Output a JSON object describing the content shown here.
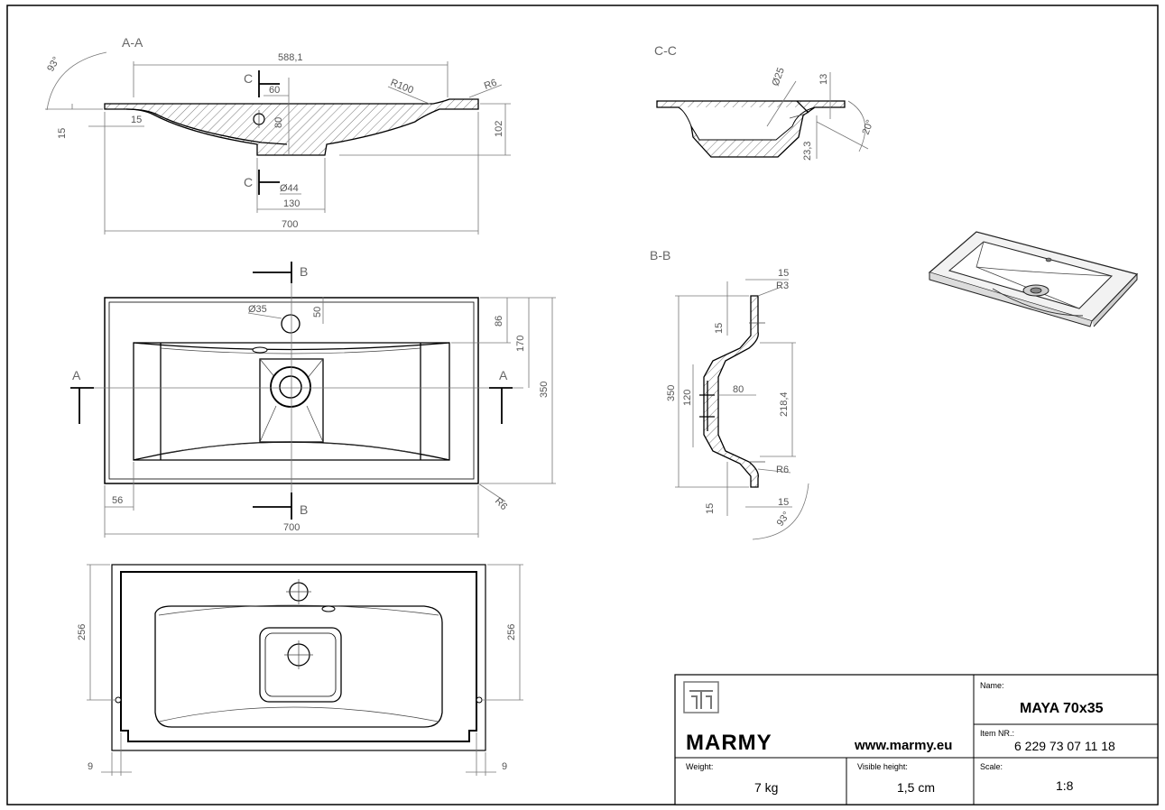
{
  "sections": {
    "aa": "A-A",
    "bb": "B-B",
    "cc": "C-C",
    "a": "A",
    "b": "B",
    "c": "C"
  },
  "dims_aa": {
    "angle": "93°",
    "width_top": "588,1",
    "w60": "60",
    "r100": "R100",
    "r6": "R6",
    "d15v": "15",
    "d15h": "15",
    "h80": "80",
    "h102": "102",
    "dia44": "Ø44",
    "w130": "130",
    "w700": "700"
  },
  "dims_cc": {
    "dia25": "Ø25",
    "d13": "13",
    "d23": "23,3",
    "angle": "20°"
  },
  "dims_top": {
    "dia35": "Ø35",
    "d50": "50",
    "d86": "86",
    "d170": "170",
    "d350": "350",
    "d56": "56",
    "w700": "700",
    "r6": "R6"
  },
  "dims_bb": {
    "d15a": "15",
    "r3": "R3",
    "d15b": "15",
    "d350": "350",
    "d120": "120",
    "d80": "80",
    "d218": "218,4",
    "r6": "R6",
    "d15c": "15",
    "d15d": "15",
    "angle": "93°"
  },
  "dims_bottom": {
    "d256l": "256",
    "d256r": "256",
    "d9l": "9",
    "d9r": "9"
  },
  "titleblock": {
    "brand": "MARMY",
    "website": "www.marmy.eu",
    "name_label": "Name:",
    "name_value": "MAYA 70x35",
    "item_label": "Item NR.:",
    "item_value": "6 229 73 07 11 18",
    "weight_label": "Weight:",
    "weight_value": "7 kg",
    "visible_label": "Visible height:",
    "visible_value": "1,5 cm",
    "scale_label": "Scale:",
    "scale_value": "1:8"
  }
}
